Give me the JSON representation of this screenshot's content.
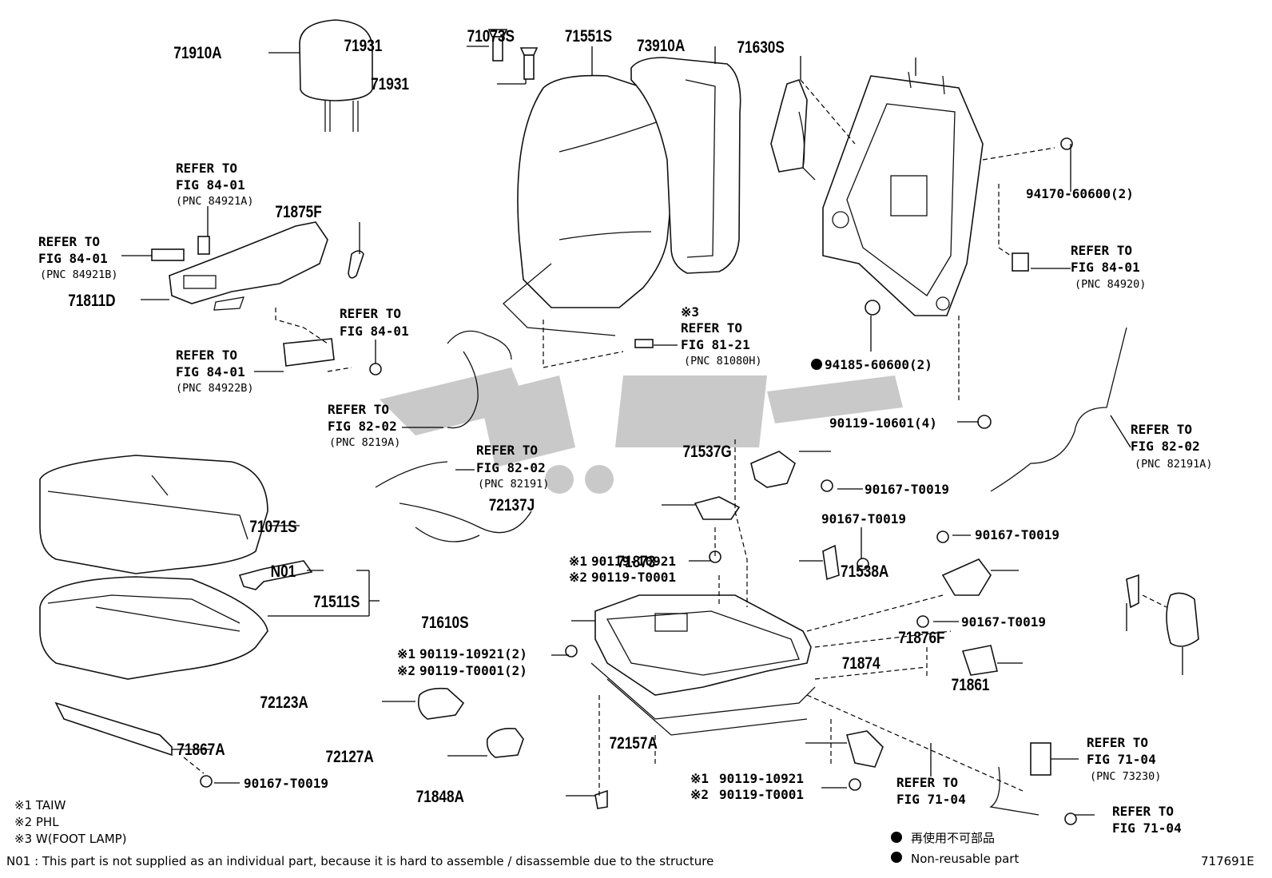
{
  "diagram_code": "717691E",
  "parts": {
    "p71910A": "71910A",
    "p71931a": "71931",
    "p71931b": "71931",
    "p71073S": "71073S",
    "p71551S": "71551S",
    "p73910A": "73910A",
    "p71630S": "71630S",
    "p71875F": "71875F",
    "p71811D": "71811D",
    "p94170": "94170-60600(2)",
    "p94185": "94185-60600(2)",
    "p90119_10601": "90119-10601(4)",
    "p71537G": "71537G",
    "p90167_a": "90167-T0019",
    "p72137J": "72137J",
    "p90167_b": "90167-T0019",
    "p71873": "71873",
    "p90167_c": "90167-T0019",
    "p71538A": "71538A",
    "p71071S": "71071S",
    "pN01": "N01",
    "p71511S": "71511S",
    "p90119_10921_a": "90119-10921",
    "p90119_T0001_a": "90119-T0001",
    "p71610S": "71610S",
    "p90167_d": "90167-T0019",
    "p71874": "71874",
    "p71876F": "71876F",
    "p71861": "71861",
    "p90119_10921_b": "90119-10921(2)",
    "p90119_T0001_b": "90119-T0001(2)",
    "p72123A": "72123A",
    "p72127A": "72127A",
    "p71867A": "71867A",
    "p90167_e": "90167-T0019",
    "p72157A": "72157A",
    "p90119_10921_c": "90119-10921",
    "p90119_T0001_c": "90119-T0001",
    "p71848A": "71848A"
  },
  "marks": {
    "m1": "※1",
    "m2": "※2",
    "m3": "※3"
  },
  "refs": {
    "r1": {
      "a": "REFER TO",
      "b": "FIG 84-01",
      "c": "(PNC 84921A)"
    },
    "r2": {
      "a": "REFER TO",
      "b": "FIG 84-01",
      "c": "(PNC 84921B)"
    },
    "r3": {
      "a": "REFER TO",
      "b": "FIG 84-01"
    },
    "r4": {
      "a": "REFER TO",
      "b": "FIG 84-01",
      "c": "(PNC 84922B)"
    },
    "r5": {
      "a": "REFER TO",
      "b": "FIG 82-02",
      "c": "(PNC 8219A)"
    },
    "r6": {
      "a": "REFER TO",
      "b": "FIG 82-02",
      "c": "(PNC 82191)"
    },
    "r7": {
      "a": "REFER TO",
      "b": "FIG 81-21",
      "c": "(PNC 81080H)"
    },
    "r8": {
      "a": "REFER TO",
      "b": "FIG 84-01",
      "c": "(PNC 84920)"
    },
    "r9": {
      "a": "REFER TO",
      "b": "FIG 82-02",
      "c": "(PNC 82191A)"
    },
    "r10": {
      "a": "REFER TO",
      "b": "FIG 71-04"
    },
    "r11": {
      "a": "REFER TO",
      "b": "FIG 71-04",
      "c": "(PNC 73230)"
    },
    "r12": {
      "a": "REFER TO",
      "b": "FIG 71-04"
    }
  },
  "legend": {
    "l1": "※1 TAIW",
    "l2": "※2 PHL",
    "l3": "※3 W(FOOT LAMP)",
    "n01": "N01 :  This part is not supplied as an individual part, because it is hard to assemble / disassemble due to the structure",
    "jp": "再使用不可部品",
    "en": "Non-reusable part"
  }
}
